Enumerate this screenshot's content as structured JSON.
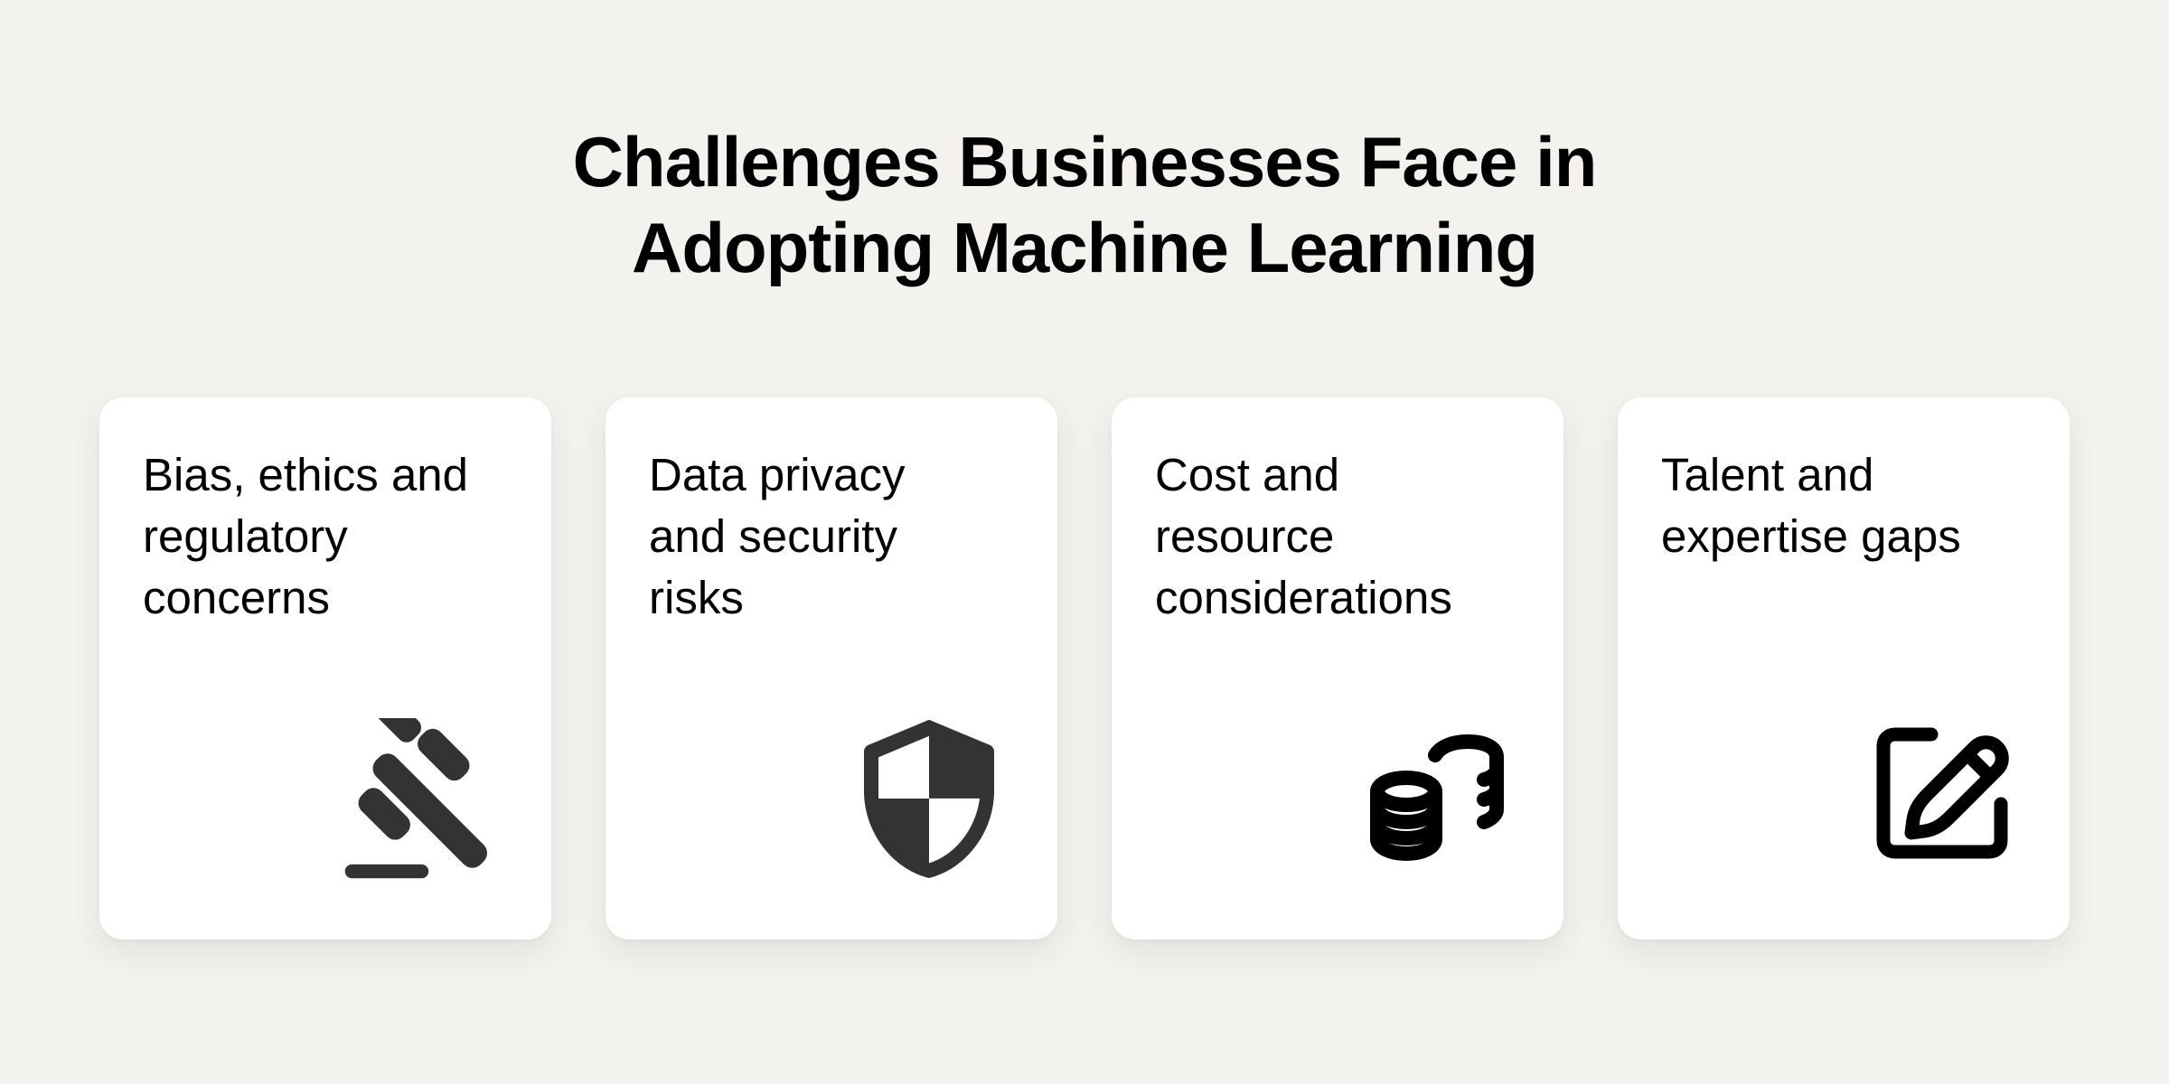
{
  "title": {
    "line1": "Challenges Businesses Face in",
    "line2": "Adopting Machine Learning"
  },
  "colors": {
    "background": "#F3F2EF",
    "card": "#FFFFFF",
    "text": "#000000",
    "icon_dark": "#333333",
    "icon_black": "#000000"
  },
  "cards": [
    {
      "lines": [
        "Bias, ethics and",
        "regulatory",
        "concerns"
      ],
      "icon": "gavel-icon"
    },
    {
      "lines": [
        "Data privacy",
        "and security",
        "risks"
      ],
      "icon": "shield-icon"
    },
    {
      "lines": [
        "Cost and",
        "resource",
        "considerations"
      ],
      "icon": "coins-icon"
    },
    {
      "lines": [
        "Talent and",
        "expertise gaps"
      ],
      "icon": "edit-icon"
    }
  ]
}
